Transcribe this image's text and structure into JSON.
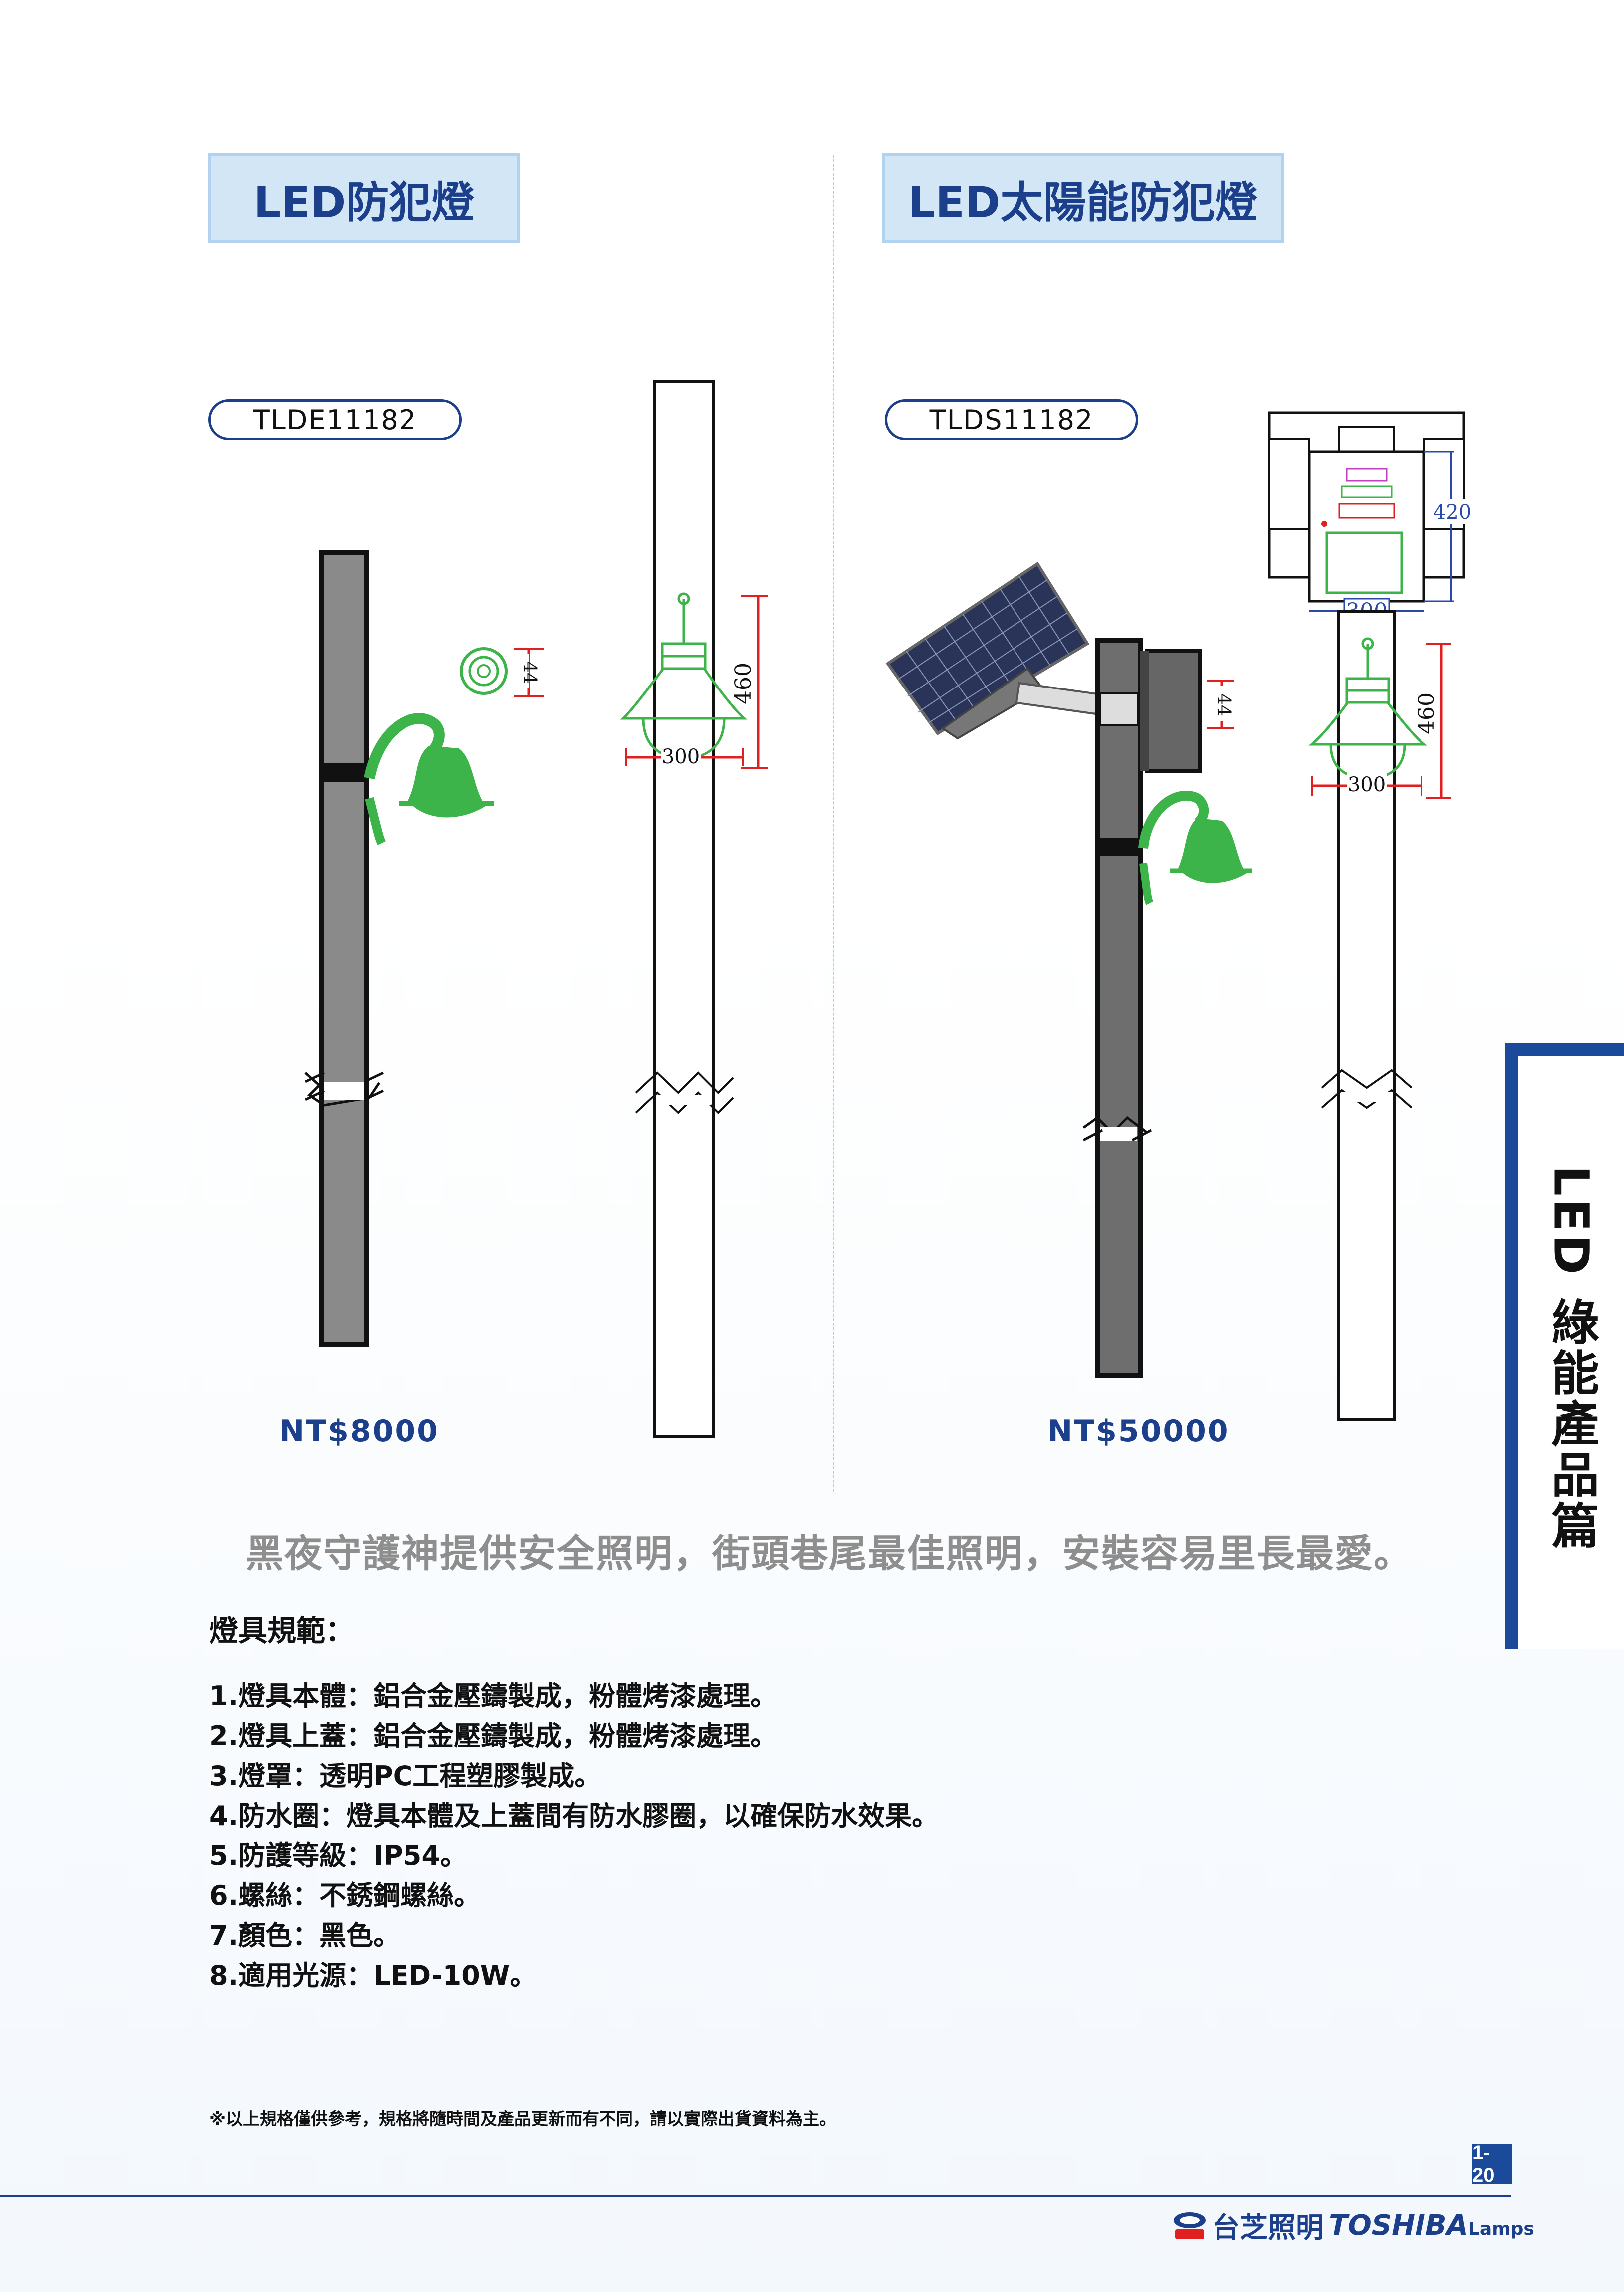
{
  "products": [
    {
      "title": "LED防犯燈",
      "model": "TLDE11182",
      "price": "NT$8000"
    },
    {
      "title": "LED太陽能防犯燈",
      "model": "TLDS11182",
      "price": "NT$50000"
    }
  ],
  "dimensions": {
    "d44": "44",
    "d460": "460",
    "d300": "300",
    "d420": "420"
  },
  "slogan": "黑夜守護神提供安全照明，街頭巷尾最佳照明，安裝容易里長最愛。",
  "spec": {
    "title": "燈具規範：",
    "items": [
      "1.燈具本體：鋁合金壓鑄製成，粉體烤漆處理。",
      "2.燈具上蓋：鋁合金壓鑄製成，粉體烤漆處理。",
      "3.燈罩：透明PC工程塑膠製成。",
      "4.防水圈：燈具本體及上蓋間有防水膠圈，以確保防水效果。",
      "5.防護等級：IP54。",
      "6.螺絲：不銹鋼螺絲。",
      "7.顏色：黑色。",
      "8.適用光源：LED-10W。"
    ]
  },
  "note": "※以上規格僅供參考，規格將隨時間及產品更新而有不同，請以實際出貨資料為主。",
  "side_tab": "LED 綠能產品篇",
  "page_number": "1-20",
  "brand": {
    "zh": "台芝照明",
    "en": "TOSHIBA",
    "en_small": "Lamps"
  },
  "colors": {
    "primary": "#1c3f8c",
    "title_bg": "#d3e6f6",
    "lamp_green": "#3cb44a",
    "dim_red": "#e02020"
  }
}
